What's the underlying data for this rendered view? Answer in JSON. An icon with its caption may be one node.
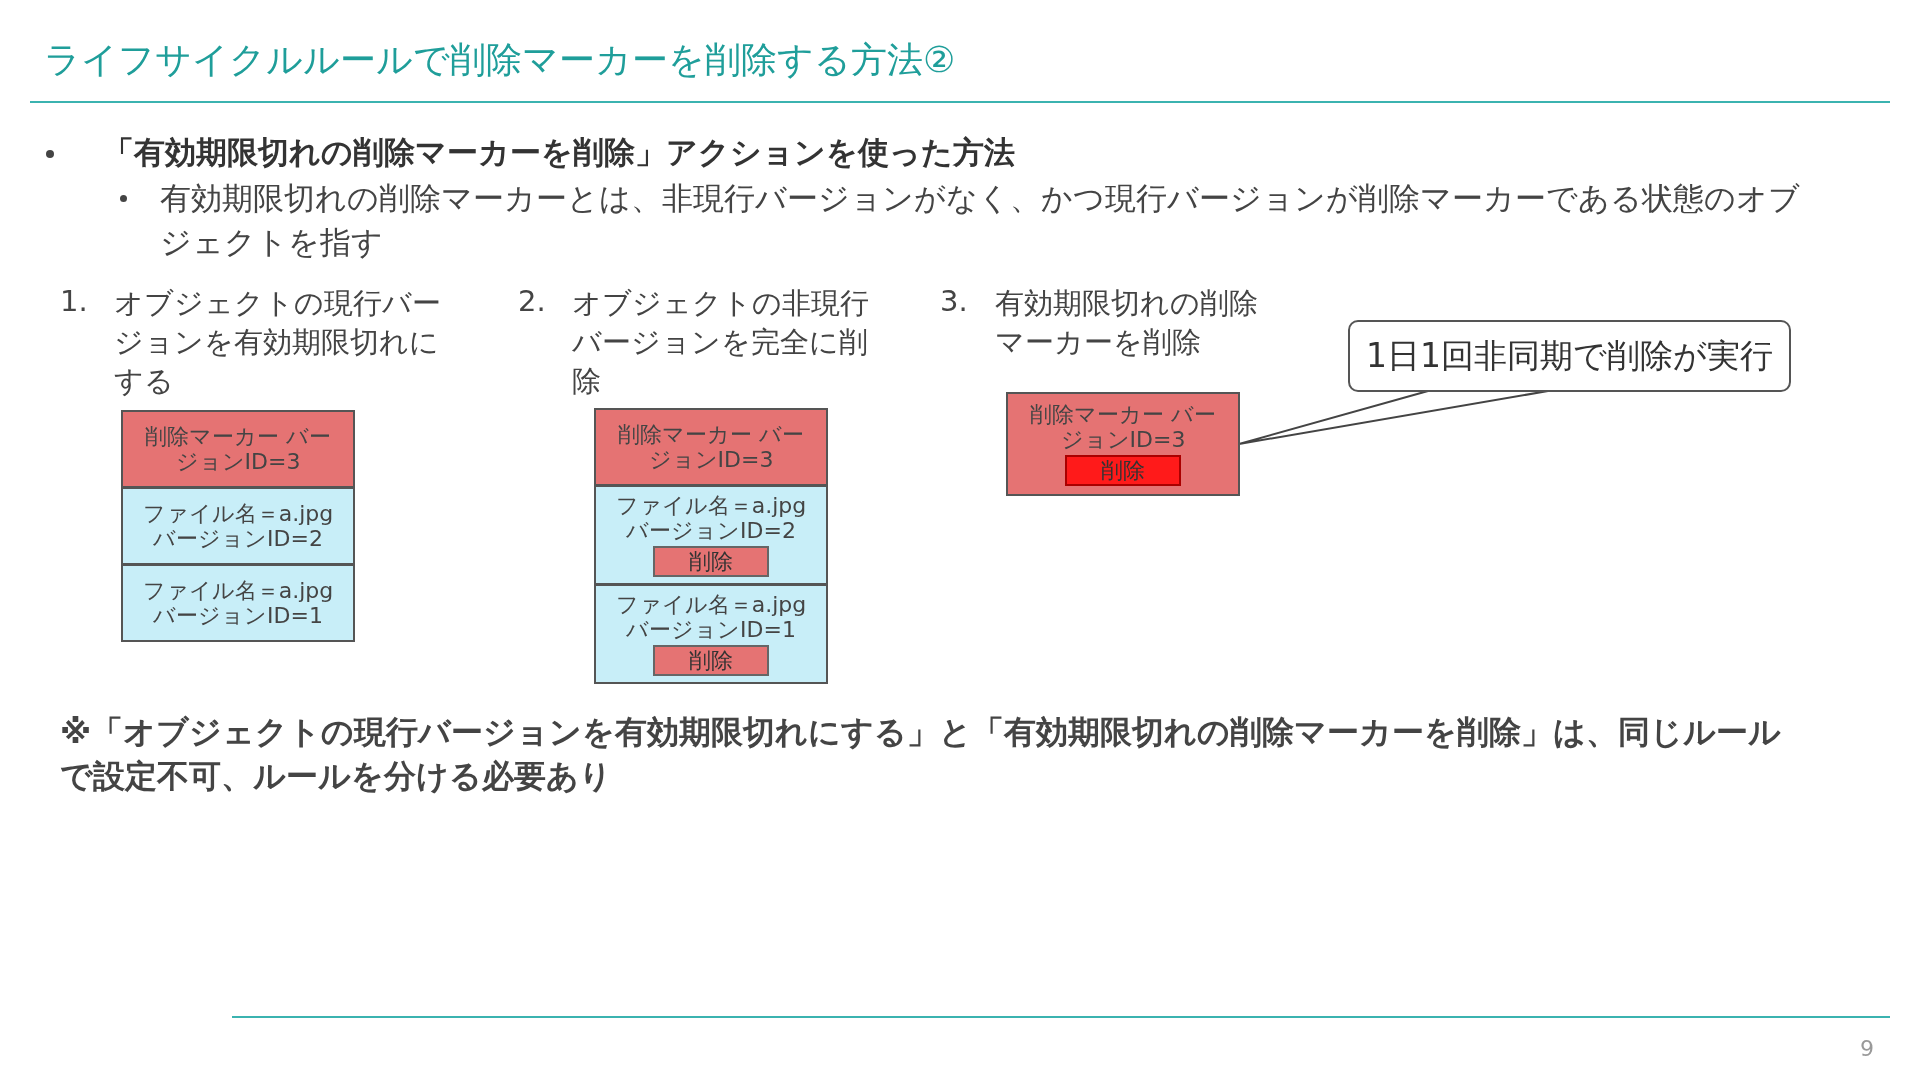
{
  "diagram": {
    "title": "ライフサイクルルールで削除マーカーを削除する方法②",
    "nodes": [
      {
        "text": [
          "削除マーカー バージョンID=3"
        ]
      },
      {
        "text": [
          "ファイル名＝a.jpg バージョンID=2"
        ]
      },
      {
        "text": [
          "ファイル名＝a.jpg バージョンID=1"
        ]
      },
      {
        "text": [
          "削除マーカー バージョンID=3"
        ]
      },
      {
        "text": [
          "ファイル名＝a.jpg バージョンID=2"
        ]
      },
      {
        "text": [
          "削除"
        ],
        "in": 4
      },
      {
        "text": [
          "ファイル名＝a.jpg バージョンID=1"
        ]
      },
      {
        "text": [
          "削除"
        ],
        "in": 6
      },
      {
        "text": [
          "削除マーカー バージョンID=3"
        ]
      },
      {
        "text": [
          "削除"
        ],
        "in": 8
      },
      {
        "text": [
          "1日1回非同期で削除が実行"
        ]
      }
    ],
    "edges": [
      {
        "from": 10,
        "to": 8,
        "arrow": "none"
      }
    ],
    "labels": [
      "「有効期限切れの削除マーカーを削除」アクションを使った方法",
      "有効期限切れの削除マーカーとは、非現行バージョンがなく、かつ現行バージョンが削除マーカーである状態のオブジェクトを指す",
      "1.",
      "オブジェクトの現行バージョンを有効期限切れにする",
      "2.",
      "オブジェクトの非現行バージョンを完全に削除",
      "3.",
      "有効期限切れの削除マーカーを削除",
      "※「オブジェクトの現行バージョンを有効期限切れにする」と「有効期限切れの削除マーカーを削除」は、同じルールで設定不可、ルールを分ける必要あり",
      "9"
    ]
  }
}
